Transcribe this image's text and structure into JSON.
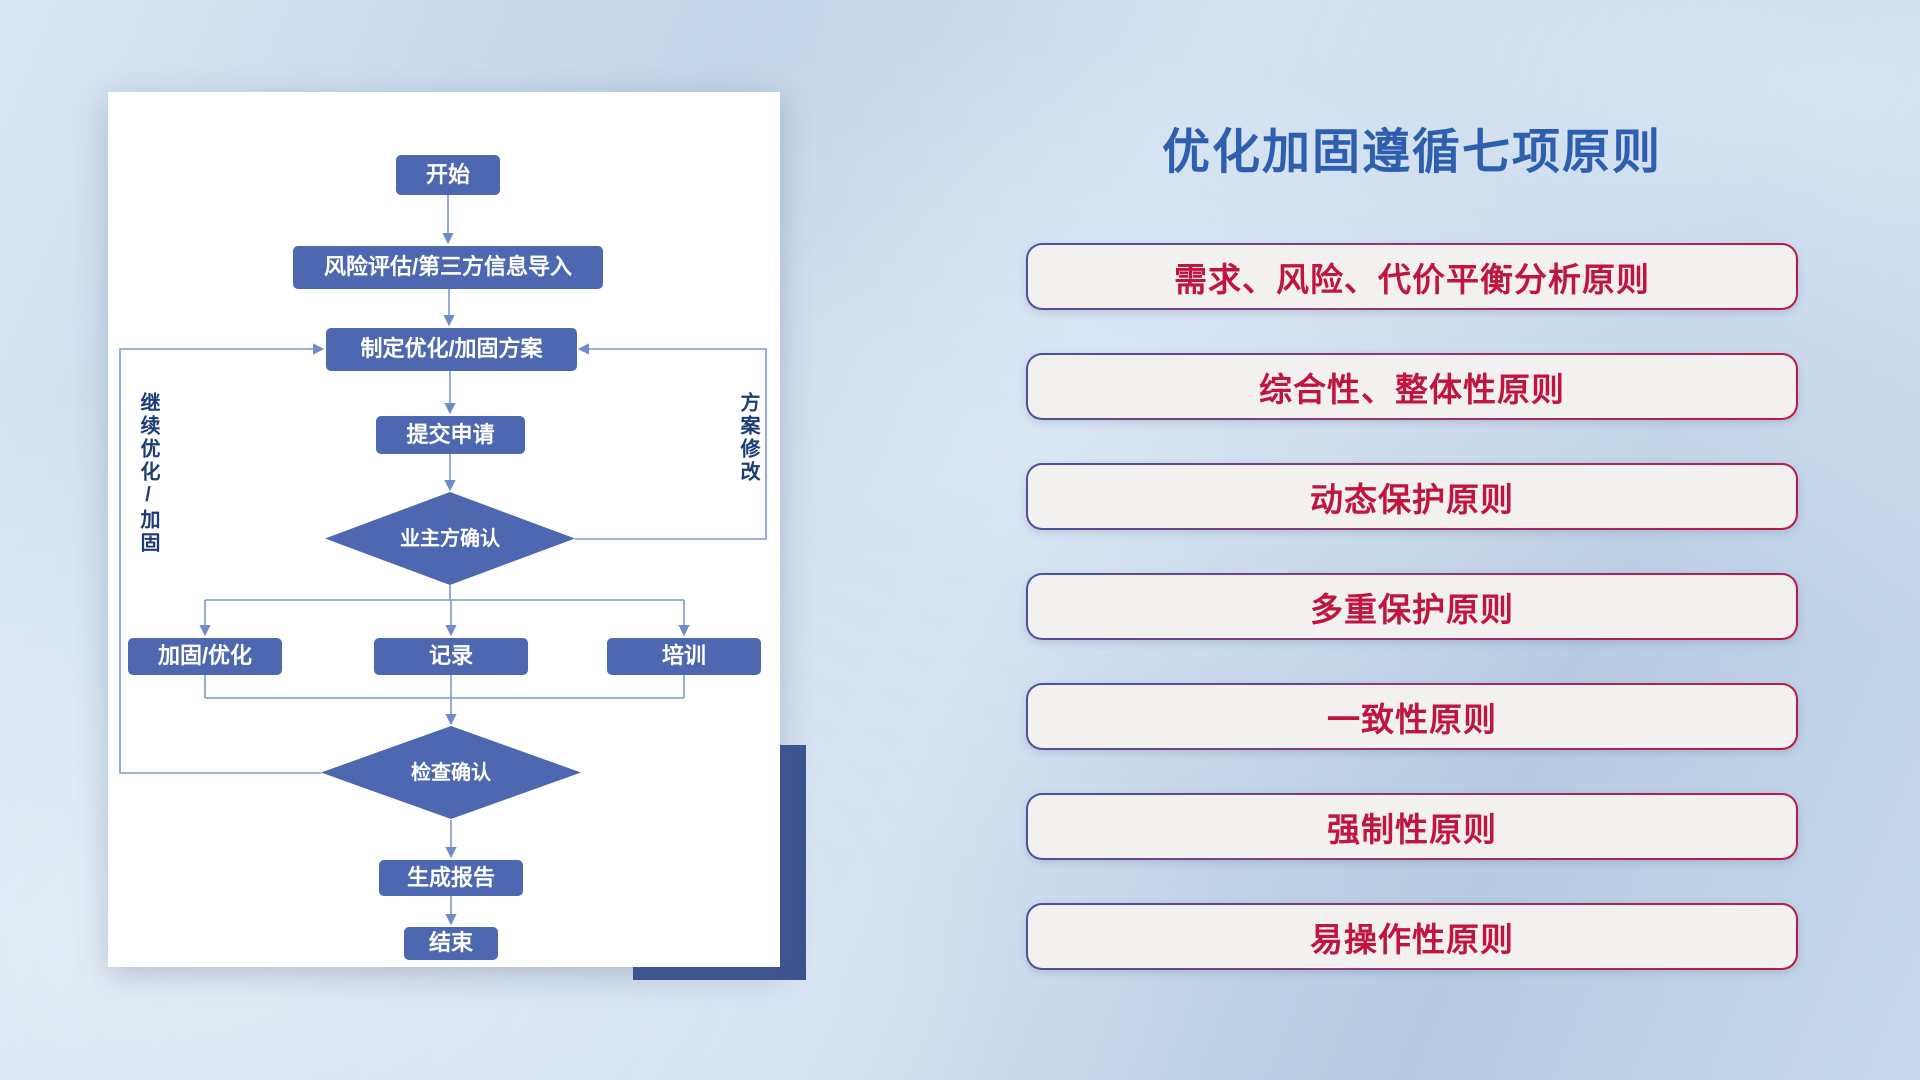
{
  "flowchart": {
    "nodes": {
      "start": "开始",
      "risk_import": "风险评估/第三方信息导入",
      "make_plan": "制定优化/加固方案",
      "submit": "提交申请",
      "owner_confirm": "业主方确认",
      "reinforce": "加固/优化",
      "record": "记录",
      "training": "培训",
      "check_confirm": "检查确认",
      "report": "生成报告",
      "end": "结束"
    },
    "loop_labels": {
      "left": "继续优化/加固",
      "right": "方案修改"
    }
  },
  "principles": {
    "title": "优化加固遵循七项原则",
    "items": [
      "需求、风险、代价平衡分析原则",
      "综合性、整体性原则",
      "动态保护原则",
      "多重保护原则",
      "一致性原则",
      "强制性原则",
      "易操作性原则"
    ]
  },
  "colors": {
    "title_blue": "#2e5fae",
    "principle_red": "#c0153f",
    "node_blue": "#4d68b0",
    "connector_blue": "#7b97d1",
    "pill_background": "#f2f1f0",
    "card_shadow_blue": "#3d5492"
  }
}
